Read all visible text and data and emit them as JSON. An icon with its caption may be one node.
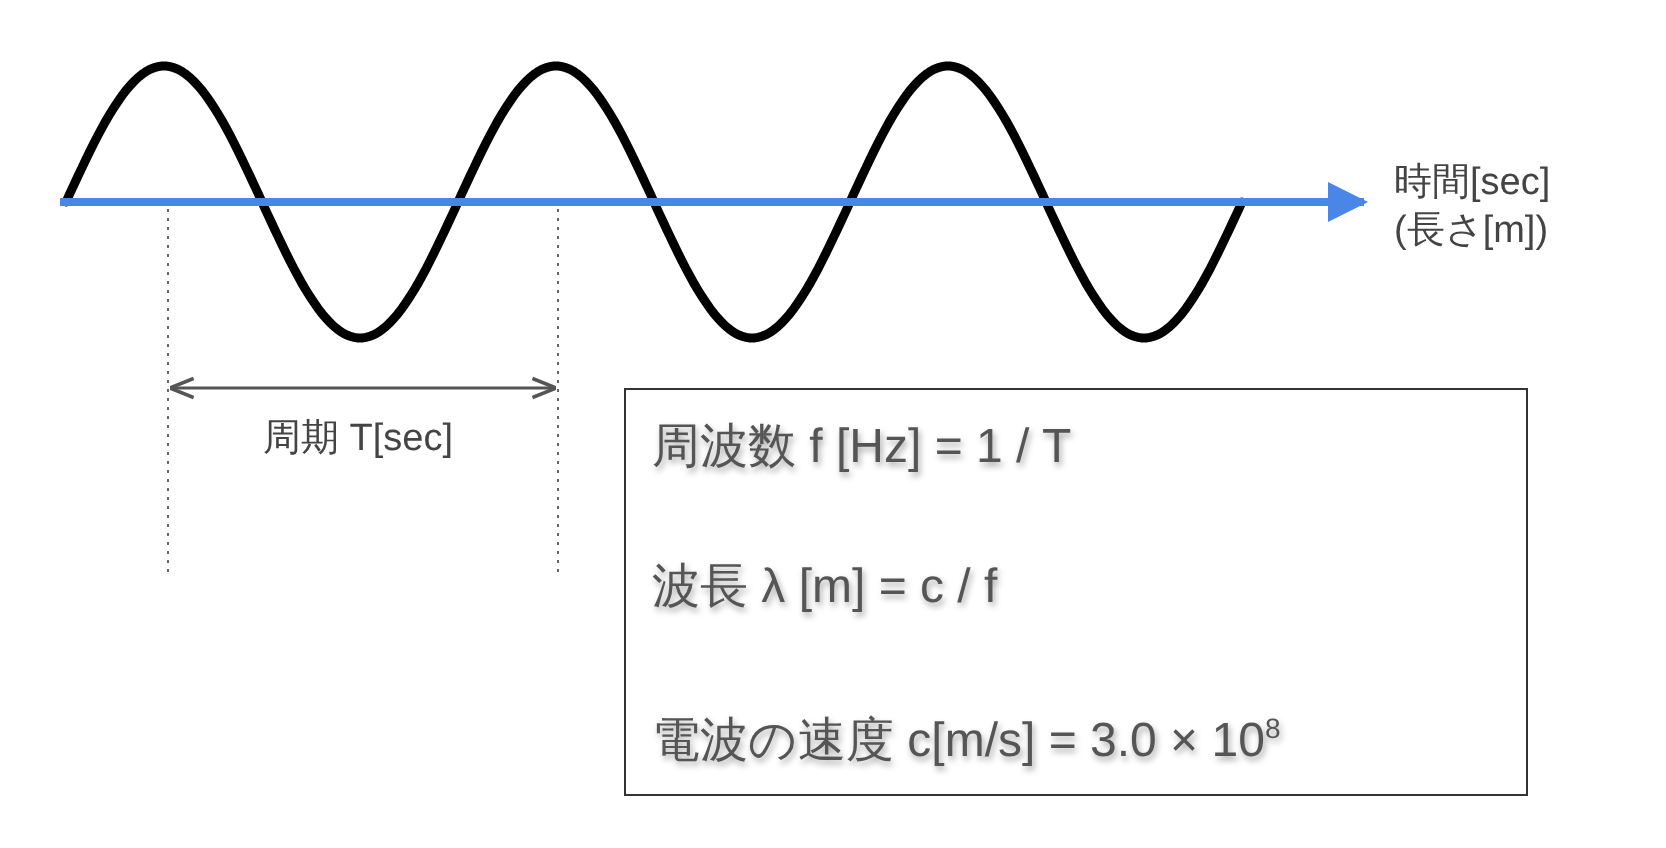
{
  "diagram": {
    "nodes": [
      {
        "text": [
          "周波数 f [Hz] = 1 / T",
          "波長 λ [m] = c / f",
          "電波の速度 c[m/s] = 3.0 × 10$^{8}$"
        ]
      }
    ],
    "labels": [
      "時間[sec] (長さ[m])",
      "周期 T[sec]"
    ]
  }
}
